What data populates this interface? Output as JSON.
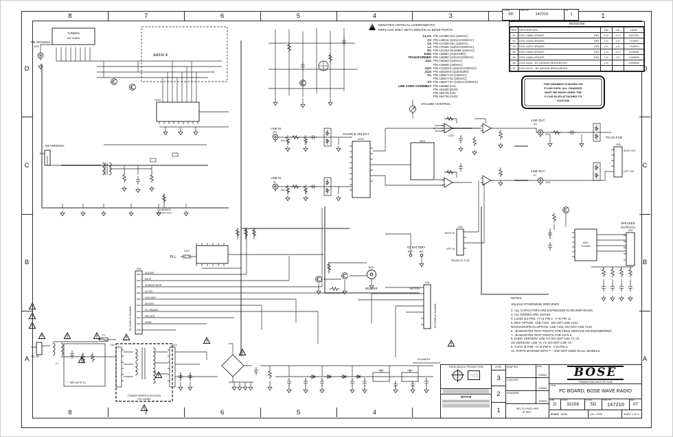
{
  "zones": {
    "top": [
      "8",
      "7",
      "6",
      "5",
      "4",
      "3",
      "2",
      "1"
    ],
    "bottom": [
      "8",
      "7",
      "6",
      "5",
      "4",
      "3",
      "2",
      "1"
    ],
    "left": [
      "D",
      "C",
      "B",
      "A"
    ],
    "right": [
      "D",
      "C",
      "B",
      "A"
    ]
  },
  "corner": {
    "class_label": "CLASS",
    "class_value": "5D",
    "dwg_label": "DWG NO.",
    "dwg_value": "147210",
    "sheet_label": "SH",
    "sheet_value": "1"
  },
  "revisions": {
    "title": "REVISIONS",
    "headers": [
      "REV",
      "DESCRIPTION",
      "DR",
      "CK",
      "DATE"
    ],
    "rows": [
      {
        "rev": "01",
        "desc": "ECN 13865 UPDATE",
        "tag": "DRL",
        "dr": "J.O.",
        "ck": "J.O.",
        "date": "5/27/93"
      },
      {
        "rev": "02",
        "desc": "ECN 14220 UPDATE",
        "tag": "DRL",
        "dr": "J.O.",
        "ck": "J.O.",
        "date": "7/13/93"
      },
      {
        "rev": "03",
        "desc": "ECN 14372 UPDATE",
        "tag": "DRL",
        "dr": "J.O.",
        "ck": "J.O.",
        "date": "7/15/93"
      },
      {
        "rev": "04",
        "desc": "ECN 14824 UPDATE",
        "tag": "DRL",
        "dr": "J.O.",
        "ck": "J.O.",
        "date": "11/09/93"
      },
      {
        "rev": "05",
        "desc": "ECN 14856 UPDATE",
        "tag": "DRL",
        "dr": "J.O.",
        "ck": "J.O.",
        "date": "12/09/93"
      },
      {
        "rev": "06",
        "desc": "ECN 15111 - BY DESIGN RESOURCES",
        "tag": "",
        "dr": "J.O.",
        "ck": "",
        "date": "02/09/94"
      },
      {
        "rev": "07",
        "desc": "ECN 15741 - BY DESIGN RESOURCES",
        "tag": "",
        "dr": "",
        "ck": "",
        "date": ""
      }
    ]
  },
  "stamp": {
    "lines": [
      "THIS DRAWING IS BASED ON",
      "P-CAD DATA. ALL CHANGES",
      "MUST BE MADE USING THE",
      "P-CAD FILES ATTACHED TO",
      "#0147206"
    ]
  },
  "critical": {
    "line1": "DENOTES CRITICAL COMPONENTS,",
    "line2": "REPLACE ONLY WITH IDENTICAL BOSE PARTS.",
    "items": [
      {
        "ref": "C1,C2:",
        "pn": "P/N 147250-221 (115VAC)"
      },
      {
        "ref": "C3:",
        "pn": "P/N 149016 (115VAC/230VAC)"
      },
      {
        "ref": "C4:",
        "pn": "P/N 147250-101 (115VAC)"
      },
      {
        "ref": "L1:",
        "pn": "P/N 170465 (115VAC/230VAC)"
      },
      {
        "ref": "R1:",
        "pn": "P/N 131343-1511066 (115VAC)"
      },
      {
        "ref": "E400:",
        "pn": "P/N 135687 (115V/230V)"
      },
      {
        "ref": "TRANSFORMER:",
        "pn": "P/N 146960 (115VAC/230VAC)"
      },
      {
        "ref": "J111:",
        "pn": "P/N 146363 (115VAC)"
      },
      {
        "ref": "",
        "pn": "P/N 146906 (230VAC)"
      },
      {
        "ref": "J112:",
        "pn": "P/N 172323-5 (115VAC/230VAC)"
      },
      {
        "ref": "J113:",
        "pn": "P/N 150220-6 (115V/230V)"
      },
      {
        "ref": "F1:",
        "pn": "P/N 135677-02 (115VAC)"
      },
      {
        "ref": "",
        "pn": "P/N 135677-01 (230VAC)"
      },
      {
        "ref": "F2:",
        "pn": "P/N 135677-07 (115VAC/230VAC)"
      },
      {
        "ref": "LINE CORD ASSEMBLY:",
        "pn": "P/N 146969 (US)"
      },
      {
        "ref": "",
        "pn": "P/N 151530 (EUR)"
      },
      {
        "ref": "",
        "pn": "P/N 154725 (UK)"
      },
      {
        "ref": "",
        "pn": "P/N 154726 (AUS)"
      }
    ]
  },
  "notes": {
    "title": "NOTES:",
    "subtitle": "UNLESS OTHERWISE SPECIFIED:",
    "lines": [
      "2. ALL CAPACITORS ARE EXPRESSED IN MICROFARADS.",
      "3. ALL DIODES ARE 1N4148.",
      "4. LS404 (14 PIN): +V IS PIN 4, -V IS PIN 11.",
      "5. RDS OPTION: USE Y102 ; DO NOT USE Y101.",
      "    NON-EUROPEAN OPTION: USE Y101; DO NOT USE Y102.",
      "6. -⊕ DENOTES TEST POINTS FOR FIELD SERVICE OR ENGINEERING.",
      "7. -⊕ DENOTES TEST POINTS FOR ALF/I.S.",
      "8. EURO VERSION: USE Y3; DO NOT USE Y1,Y2.",
      "    US VERSION: USE Y1,Y2; DO NOT USE Y3.",
      "9. TL072 (8 PIN): +V IS PIN 8, -V IS PIN 4.",
      "10. PARTS MARKED WITH ** - ARE NOT USED IN ALL MODELS."
    ]
  },
  "schem": {
    "fm_antenna": "FM ANTENNA",
    "j100": "J100",
    "tuner1": "TUNER1",
    "fm_tuner": "FM-TUNER",
    "am_antenna": "AM ANTENNA",
    "j110": "J110",
    "am_fm_if": "AM/FM  IF",
    "u101": "U101",
    "fm_search": "FM SEARCH",
    "detect_adj": "DETECT ADJ",
    "pll": "PLL",
    "x101": "X101",
    "to_display_board": "TO DISPLAY BOARD",
    "j102": "J102",
    "j101": "J101",
    "battery_sig": "BATTERY",
    "signals": [
      "BUZZER",
      "MUTE",
      "SOURCE MUTE",
      "CLOCK",
      "VOL DATA",
      "SW RES",
      "PLL ENABLE",
      "FM LOCK",
      "SHDN"
    ],
    "line_in": "LINE IN",
    "tag_r": "(R)",
    "tag_l": "(L)",
    "j114": "J114",
    "source_select": "SOURCE SELECT",
    "u201": "U201",
    "u202": "U202",
    "u203": "U203",
    "volume_control": "VOLUME CONTROL",
    "line_out": "LINE OUT",
    "to_cd_pcb": "TO CD PCB",
    "j105": "J105",
    "right_out": "RIGHT OUT",
    "left_out": "LEFT OUT",
    "from_cd_pcb": "FROM CD PCB",
    "j106": "J106",
    "right_in": "RIGHT IN",
    "left_in": "LEFT IN",
    "to_battery": "TO BATTERY",
    "bat_p": "BAT+",
    "bat_m": "BAT-",
    "ba21": "BA21",
    "buzzer": "BUZZER",
    "speaker1": "SPEAKER",
    "speaker2": "OUTPUTS",
    "j107": "J107",
    "u501": "U501",
    "u501_pn": "TDA1554",
    "ac_in": "AC IN",
    "l1": "L1",
    "f1": "F1",
    "see_note": "* - SEE NOTE 10",
    "xfmr1": "TRANSFORMER (115V/230V)",
    "xfmr2": "P/N 146960",
    "j112": "J112",
    "j113": "J113",
    "u401": "U401",
    "u402": "U402",
    "filament": "FILAMENT"
  },
  "title_block": {
    "projection": "THIRD ANGLE PROJECTION",
    "notice_label": "NOTICE",
    "level_label": "LEVEL",
    "levels": [
      "3",
      "2",
      "1"
    ],
    "date_label": "DATE",
    "sig_rows": [
      {
        "role": "DRAFTER",
        "date": "2/25/93"
      },
      {
        "role": "CHECKER",
        "date": "2/25/93"
      },
      {
        "role": "ENGINEER",
        "date": "2/25/93"
      }
    ],
    "rel_line": "REL TO PROD PER",
    "at_rev": "AT REV  -",
    "brand": "BOSE",
    "address": "FRAMINGHAM, MA 01701-9168",
    "title_label": "TITLE",
    "title": "PC BOARD, BOSE WAVE RADIO",
    "size_label": "SIZE",
    "size": "D",
    "fscm_label": "FSCM",
    "fscm": "32108",
    "class_label": "CLASS",
    "class": "5D",
    "dwg_label": "DWG NO.",
    "dwg": "147210",
    "rev_label": "REV",
    "rev": "07",
    "scale_label": "SCALE",
    "scale": "NONE",
    "cal_label": "CAL. CODE",
    "sheet": "SHEET 1 OF 3"
  }
}
